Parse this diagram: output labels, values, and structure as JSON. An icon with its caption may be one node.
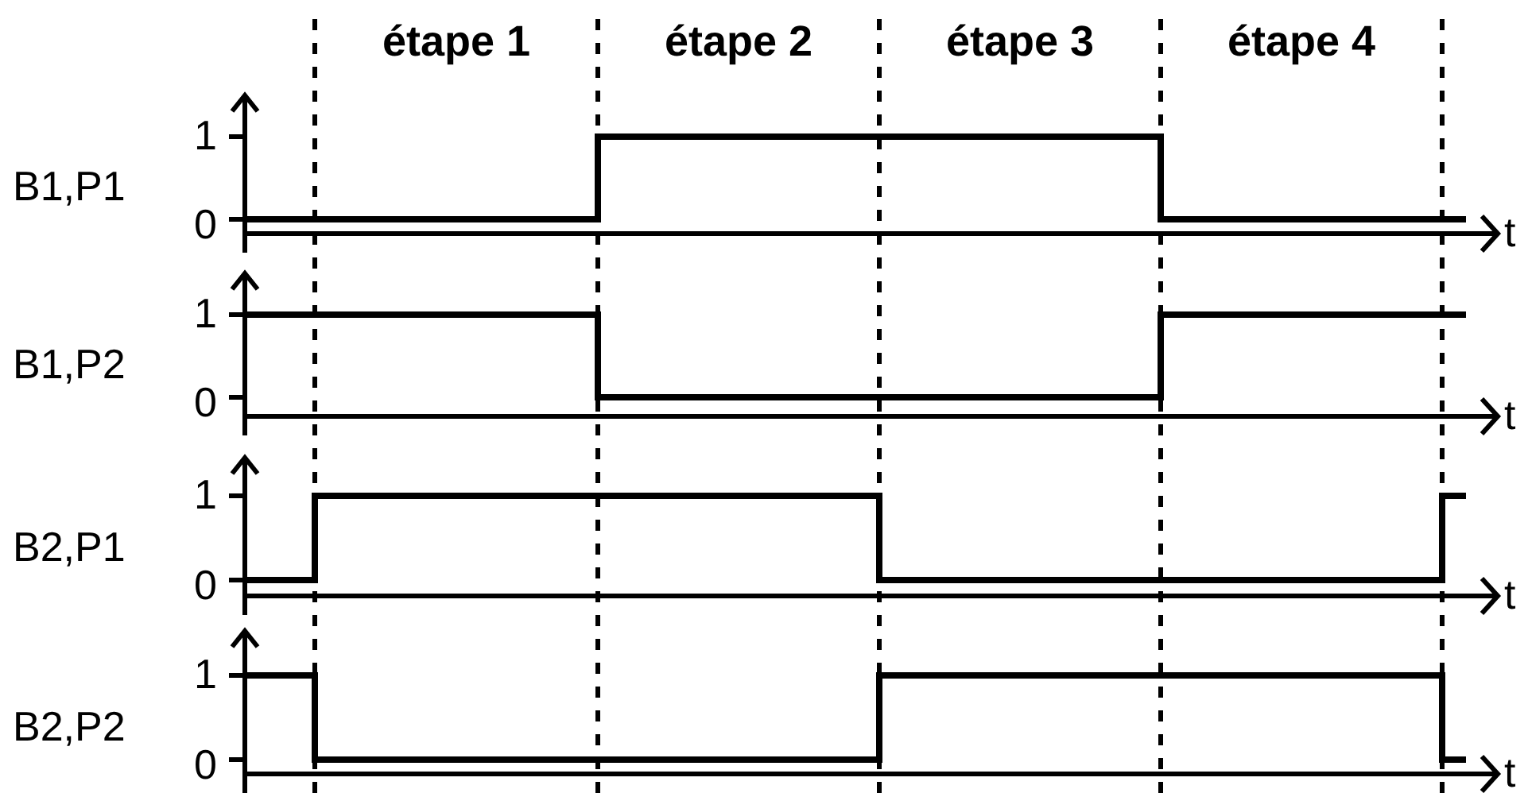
{
  "diagram": {
    "labels": [
      "étape 1",
      "étape 2",
      "étape 3",
      "étape 4",
      "B1,P1",
      "1",
      "0",
      "t",
      "B1,P2",
      "1",
      "0",
      "t",
      "B2,P1",
      "1",
      "0",
      "t",
      "B2,P2",
      "1",
      "0",
      "t"
    ]
  }
}
